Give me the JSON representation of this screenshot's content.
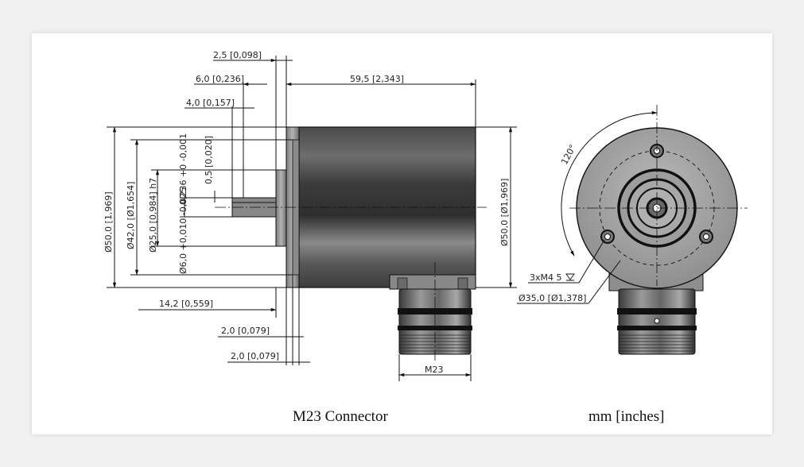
{
  "dimensions": {
    "d_2_5": "2,5 [0,098]",
    "d_6_0": "6,0 [0,236]",
    "d_59_5": "59,5 [2,343]",
    "d_4_0": "4,0 [0,157]",
    "d_tol_shaft": "0,236 +0 -0,001",
    "d_0_5": "0,5 [0,020]",
    "d_50_left": "Ø50,0 [1,969]",
    "d_42": "Ø42,0 [Ø1,654]",
    "d_25": "Ø25,0 [0,984] h7",
    "d_6_shaft": "Ø6,0 +0,010 -0,025",
    "d_14_2": "14,2 [0,559]",
    "d_2_0_a": "2,0 [0,079]",
    "d_2_0_b": "2,0 [0,079]",
    "d_m23": "M23",
    "d_50_right": "Ø50,0 [Ø1,969]",
    "d_120": "120°",
    "d_3xm4": "3xM4 5",
    "d_35": "Ø35,0 [Ø1,378]"
  },
  "captions": {
    "left": "M23 Connector",
    "right": "mm [inches]"
  },
  "colors": {
    "body_dark": "#3a3a3a",
    "body_light": "#8c8c8c",
    "flange": "#9a9a9a",
    "face": "#a4a4a4"
  }
}
